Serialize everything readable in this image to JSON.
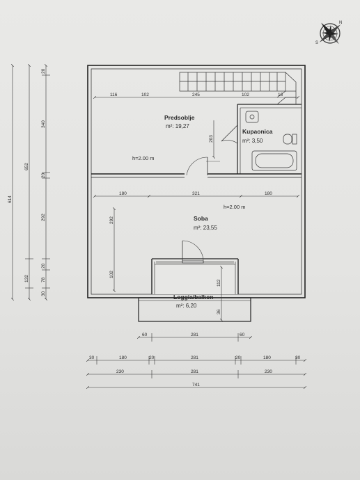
{
  "compass": {
    "icon": "compass-rose-icon",
    "letters": [
      "N",
      "S"
    ]
  },
  "rooms": {
    "predsoblje": {
      "name": "Predsoblje",
      "area": "m²: 19,27"
    },
    "kupaonica": {
      "name": "Kupaonica",
      "area": "m²: 3,50"
    },
    "soba": {
      "name": "Soba",
      "area": "m²: 23,55"
    },
    "loggia": {
      "name": "Loggia/balkon",
      "area": "m²: 6,20"
    }
  },
  "heights": {
    "upper": "h=2.00 m",
    "lower": "h=2.00 m"
  },
  "dims": {
    "top_row": [
      "116",
      "102",
      "245",
      "102",
      "16"
    ],
    "door_203": "203",
    "mid_row": [
      "180",
      "321",
      "180"
    ],
    "soba_292": "292",
    "soba_102": "102",
    "loggia_112": "112",
    "loggia_36": "36",
    "left_outer": "614",
    "left_mid": "652",
    "left_inner": [
      "20",
      "340",
      "20",
      "292",
      "20",
      "78",
      "30"
    ],
    "left_132": "132",
    "bottom_row1": [
      "60",
      "281",
      "60"
    ],
    "bottom_row2": [
      "30",
      "180",
      "20",
      "281",
      "20",
      "180",
      "30"
    ],
    "bottom_row3": [
      "230",
      "281",
      "230"
    ],
    "bottom_total": "741"
  }
}
